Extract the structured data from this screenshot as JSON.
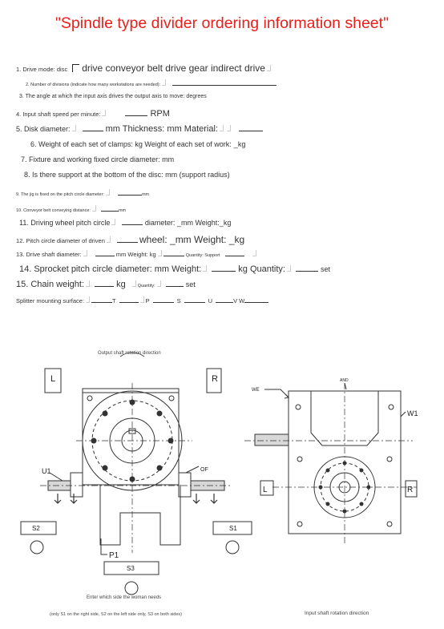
{
  "title": "\"Spindle type divider ordering information sheet\"",
  "form": {
    "drive_mode_label": "1. Drive mode: disc",
    "drive_mode_options": "drive conveyor belt drive gear indirect drive",
    "divisions_label": "2. Number of divisions (indicate how many workstations are needed):",
    "angle_label": "3. The angle at which the input axis drives the output axis to move: degrees",
    "speed_label": "4. Input shaft speed per minute:",
    "speed_unit": "RPM",
    "disk_diameter_label": "5. Disk diameter:",
    "disk_thickness_label": "mm Thickness: mm Material:",
    "clamp_weight_label": "6. Weight of each set of clamps: kg Weight of each set of work:",
    "clamp_weight_unit": "kg",
    "fixture_label": "7. Fixture and working fixed circle diameter: mm",
    "support_label": "8. Is there support at the bottom of the disc: mm (support radius)",
    "jig_label": "9. The jig is fixed on the pitch circle diameter:",
    "jig_unit": "mm",
    "conveyor_label": "10. Conveyor belt conveying distance:",
    "conveyor_unit": "mm",
    "driving_wheel_label": "11. Driving wheel pitch circle",
    "driving_wheel_mid": "diameter:",
    "driving_wheel_mm": "mm Weight:",
    "driving_wheel_unit": "kg",
    "driven_label": "12. Pitch circle diameter of driven",
    "driven_mid": "wheel:",
    "driven_mm": "mm Weight:",
    "driven_unit": "kg",
    "drive_shaft_label": "13. Drive shaft diameter:",
    "drive_shaft_mid": "mm Weight: kg",
    "drive_shaft_qty": "Quantity: Support",
    "sprocket_label": "14. Sprocket pitch circle diameter: mm Weight:",
    "sprocket_qty": "kg Quantity:",
    "sprocket_unit": "set",
    "chain_label": "15. Chain weight:",
    "chain_kg": "kg",
    "chain_qty": "Quantity:",
    "chain_unit": "set",
    "mount_label": "Splitter mounting surface:",
    "mount_t": "T",
    "mount_p": "P",
    "mount_s": "S",
    "mount_u": "U",
    "mount_vw": "V W"
  },
  "drawing": {
    "output_caption": "Output shaft rotation direction",
    "input_caption": "Input shaft rotation direction",
    "enter_caption": "Enter which side the woman needs",
    "note_caption": "(only S1 on the right side, S2 on the left side only, S3 on both sides)",
    "label_L": "L",
    "label_R": "R",
    "label_U1": "U1",
    "label_OF": "OF",
    "label_P1": "P1",
    "label_S1": "S1",
    "label_S2": "S2",
    "label_S3": "S3",
    "label_WE": "WE",
    "label_AND": "AND",
    "label_W1": "W1",
    "label_L2": "L",
    "label_R2": "R"
  }
}
